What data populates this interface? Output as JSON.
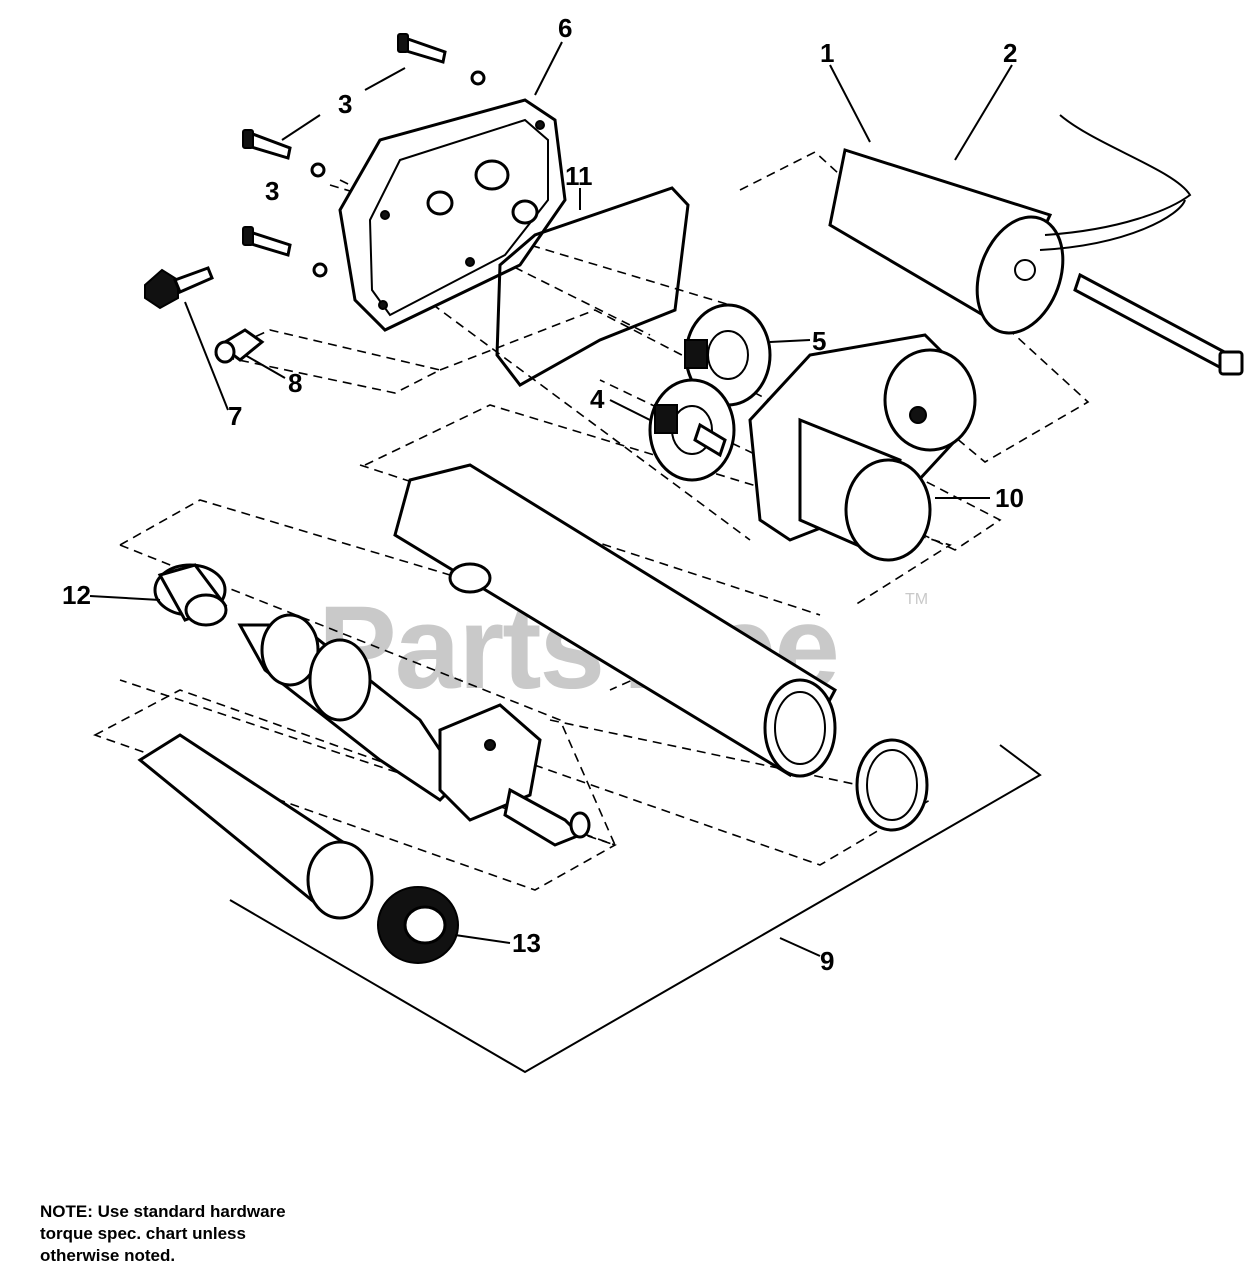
{
  "watermark": {
    "text": "PartsTree",
    "tm": "TM"
  },
  "callouts": [
    {
      "id": "label-1",
      "text": "1"
    },
    {
      "id": "label-2",
      "text": "2"
    },
    {
      "id": "label-3a",
      "text": "3"
    },
    {
      "id": "label-3b",
      "text": "3"
    },
    {
      "id": "label-4",
      "text": "4"
    },
    {
      "id": "label-5",
      "text": "5"
    },
    {
      "id": "label-6",
      "text": "6"
    },
    {
      "id": "label-7",
      "text": "7"
    },
    {
      "id": "label-8",
      "text": "8"
    },
    {
      "id": "label-9",
      "text": "9"
    },
    {
      "id": "label-10",
      "text": "10"
    },
    {
      "id": "label-11",
      "text": "11"
    },
    {
      "id": "label-12",
      "text": "12"
    },
    {
      "id": "label-13",
      "text": "13"
    }
  ],
  "note": {
    "line1": "NOTE: Use standard hardware",
    "line2": "torque spec. chart unless",
    "line3": "otherwise noted."
  }
}
